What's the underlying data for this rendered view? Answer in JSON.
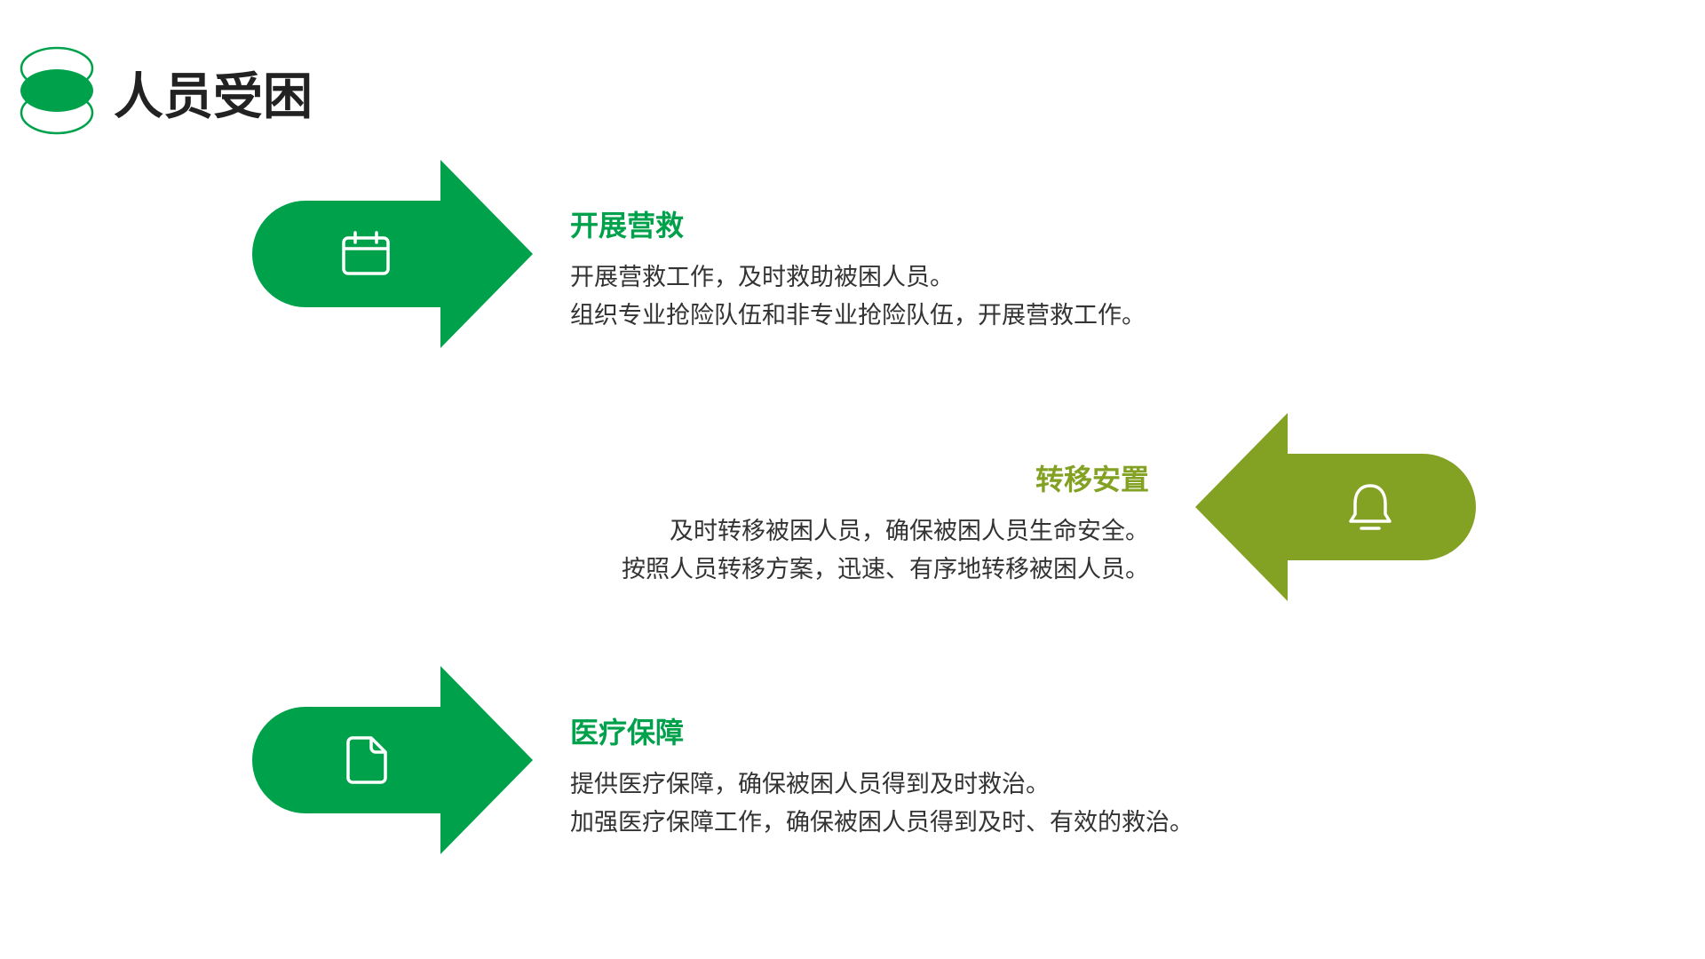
{
  "page": {
    "title": "人员受困"
  },
  "colors": {
    "primary": "#00A14B",
    "secondary": "#83A122",
    "text": "#333333",
    "title": "#222222"
  },
  "logo": {
    "icon": "stacked-ellipses-logo-icon"
  },
  "sections": [
    {
      "icon": "calendar-icon",
      "title": "开展营救",
      "lines": [
        "开展营救工作，及时救助被困人员。",
        "组织专业抢险队伍和非专业抢险队伍，开展营救工作。"
      ]
    },
    {
      "icon": "bell-icon",
      "title": "转移安置",
      "lines": [
        "及时转移被困人员，确保被困人员生命安全。",
        "按照人员转移方案，迅速、有序地转移被困人员。"
      ]
    },
    {
      "icon": "file-icon",
      "title": "医疗保障",
      "lines": [
        "提供医疗保障，确保被困人员得到及时救治。",
        "加强医疗保障工作，确保被困人员得到及时、有效的救治。"
      ]
    }
  ]
}
